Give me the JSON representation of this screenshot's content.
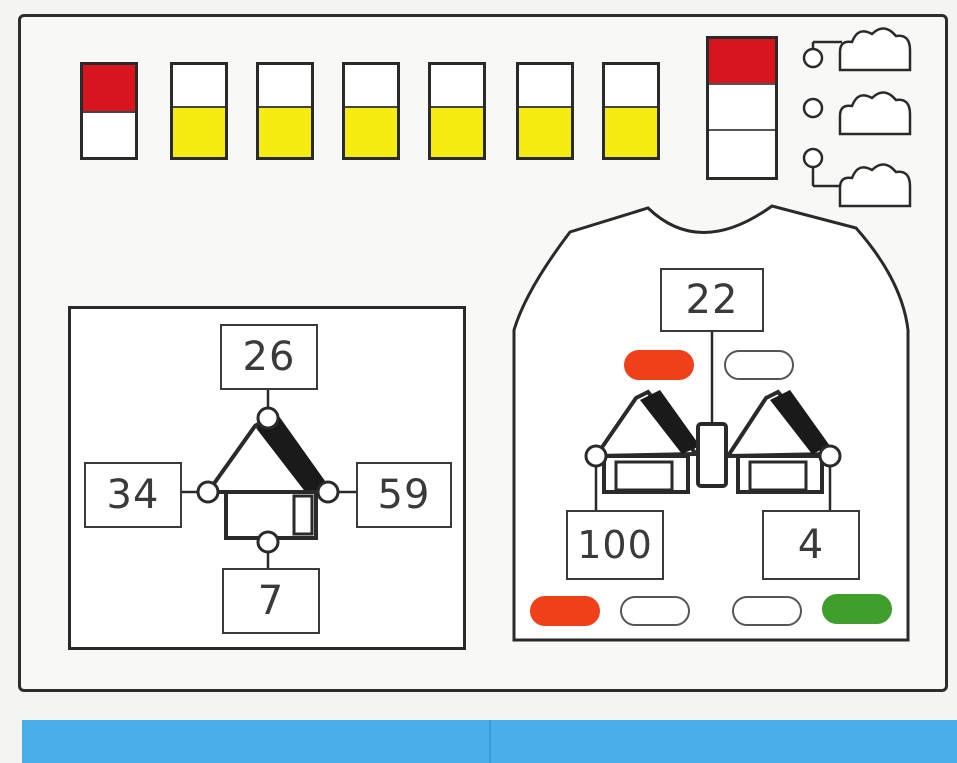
{
  "colors": {
    "red": "#d8141e",
    "yellow": "#f7ec12",
    "orange_red": "#f0401a",
    "green": "#3f9e2c",
    "blue": "#4aaeea",
    "ink": "#2a2a2a"
  },
  "meters": [
    {
      "color": "red",
      "level": 0.5,
      "fill_from": "top"
    },
    {
      "color": "yellow",
      "level": 0.55,
      "fill_from": "bottom"
    },
    {
      "color": "yellow",
      "level": 0.55,
      "fill_from": "bottom"
    },
    {
      "color": "yellow",
      "level": 0.55,
      "fill_from": "bottom"
    },
    {
      "color": "yellow",
      "level": 0.55,
      "fill_from": "bottom"
    },
    {
      "color": "yellow",
      "level": 0.55,
      "fill_from": "bottom"
    },
    {
      "color": "yellow",
      "level": 0.55,
      "fill_from": "bottom"
    }
  ],
  "vertical_bar": {
    "segments": 3,
    "filled_top_segments": 1,
    "color": "red"
  },
  "cloud_icons": [
    "cloud-icon",
    "cloud-icon",
    "cloud-icon"
  ],
  "left_panel": {
    "top": "26",
    "left": "34",
    "right": "59",
    "bottom": "7"
  },
  "right_panel": {
    "top": "22",
    "bottom_left": "100",
    "bottom_right": "4",
    "upper_pills": [
      "orange_red",
      "white"
    ],
    "lower_pills": [
      "orange_red",
      "white",
      "white",
      "green"
    ]
  },
  "bottom_bar": {
    "segments": 2
  }
}
